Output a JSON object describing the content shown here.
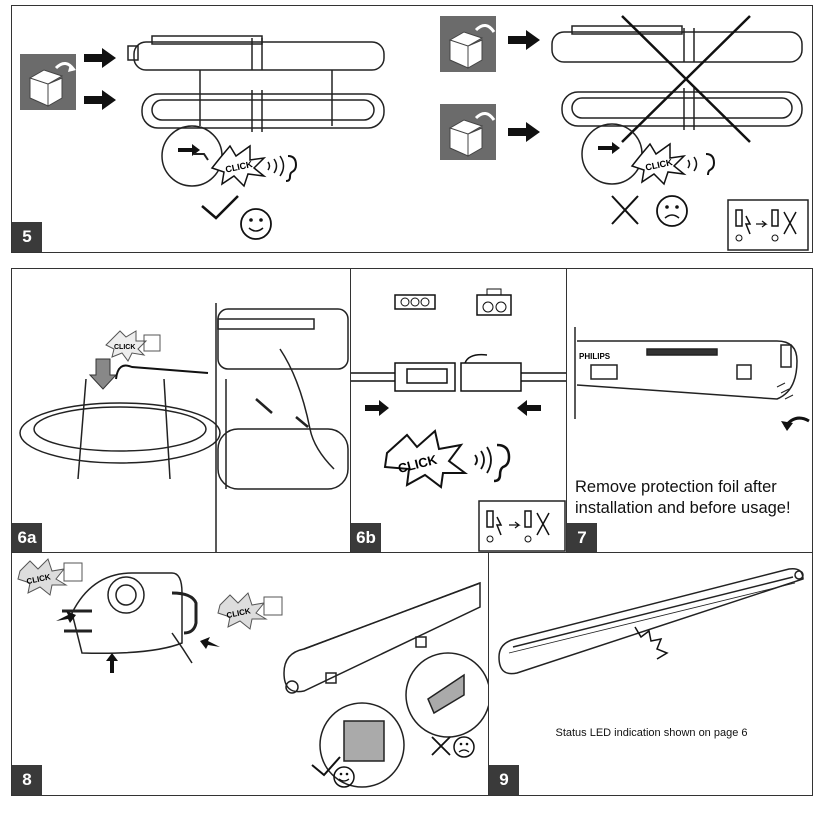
{
  "steps": {
    "s5": "5",
    "s6a": "6a",
    "s6b": "6b",
    "s7": "7",
    "s8": "8",
    "s9": "9"
  },
  "click_text": "CLICK",
  "brand_text": "PHILIPS",
  "step7_caption_line1": "Remove protection foil after",
  "step7_caption_line2": "installation and before usage!",
  "step9_caption": "Status LED indication shown on page 6",
  "colors": {
    "badge": "#3a3a3a",
    "box_icon": "#6b6b6b",
    "line": "#222222"
  },
  "icons": [
    "box-open-icon",
    "arrow-right-icon",
    "check-mark-icon",
    "smiley-happy-icon",
    "smiley-sad-icon",
    "cross-mark-icon",
    "ear-icon",
    "click-burst-icon",
    "power-off-warning-icon"
  ]
}
